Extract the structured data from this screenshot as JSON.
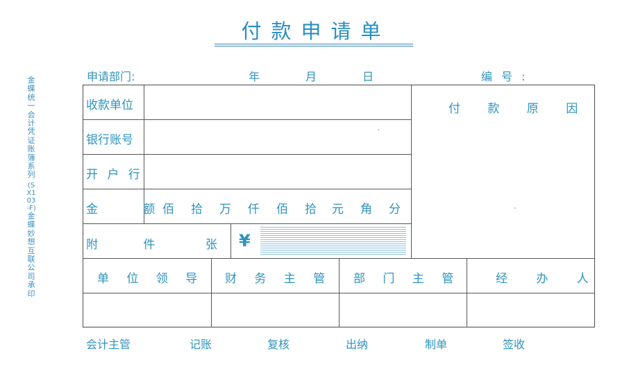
{
  "title": "付款申请单",
  "header": {
    "department_label": "申请部门:",
    "year_label": "年",
    "month_label": "月",
    "day_label": "日",
    "number_label": "编 号 :"
  },
  "side_text": {
    "series": "金蝶统一会计凭证账簿系列",
    "code": "(SX103-F)",
    "printer": "金蝶妙想互联公司承印"
  },
  "form": {
    "payee_label": "收款单位",
    "bank_account_label": "银行账号",
    "opening_bank_label": "开 户 行",
    "amount_label": "金 额",
    "amount_units": [
      "佰",
      "拾",
      "万",
      "仟",
      "佰",
      "拾",
      "元",
      "角",
      "分"
    ],
    "attachment_label": "附 件",
    "sheets_label": "张",
    "currency_symbol": "¥",
    "payment_reason_label": "付 款 原 因",
    "signatures": [
      "单 位 领 导",
      "财 务 主 管",
      "部 门 主 管",
      "经 办 人"
    ]
  },
  "footer": [
    "会计主管",
    "记账",
    "复核",
    "出纳",
    "制单",
    "签收"
  ]
}
